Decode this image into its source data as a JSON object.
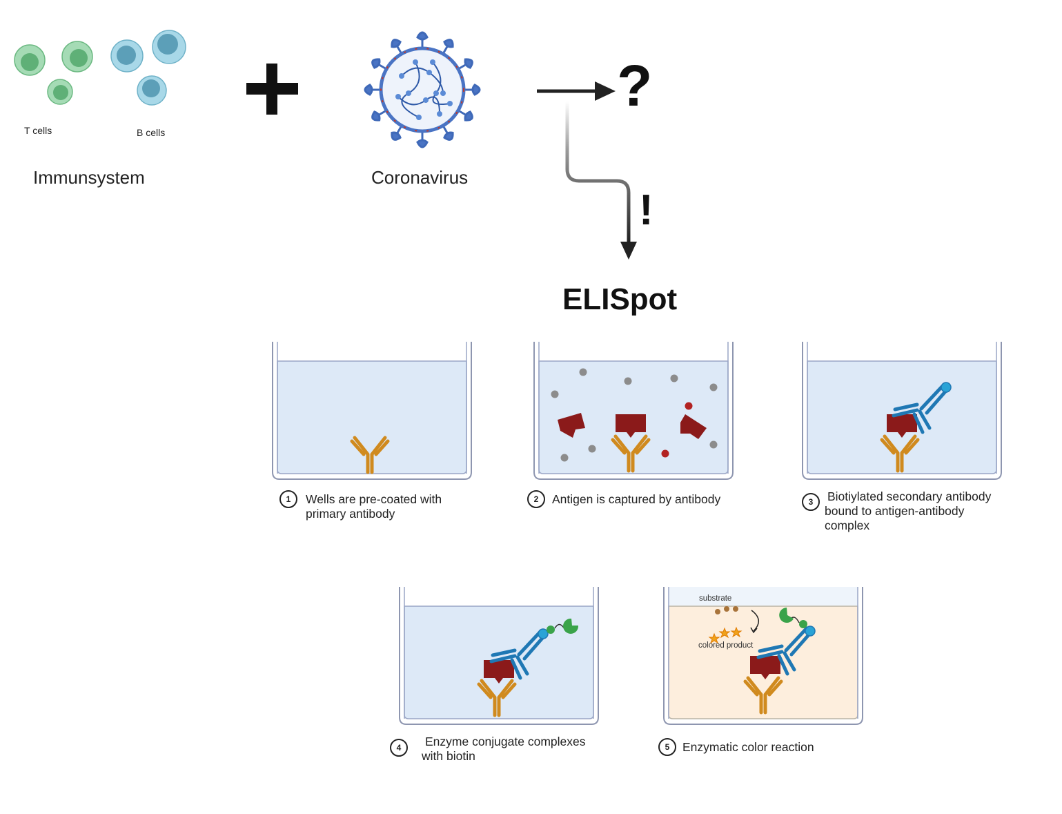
{
  "labels": {
    "t_cells": "T cells",
    "b_cells": "B cells",
    "immunsystem": "Immunsystem",
    "coronavirus": "Coronavirus",
    "question": "?",
    "exclaim": "!",
    "title": "ELISpot"
  },
  "steps": [
    {
      "number": "1",
      "line1": "Wells are pre-coated with",
      "line2": "primary antibody",
      "line3": ""
    },
    {
      "number": "2",
      "line1": "Antigen is captured by antibody",
      "line2": "",
      "line3": ""
    },
    {
      "number": "3",
      "line1": "Biotiylated secondary antibody",
      "line2": "bound to antigen-antibody",
      "line3": "complex"
    },
    {
      "number": "4",
      "line1": "Enzyme conjugate complexes",
      "line2": "with biotin",
      "line3": ""
    },
    {
      "number": "5",
      "line1": "Enzymatic color reaction",
      "line2": "",
      "line3": ""
    }
  ],
  "well5": {
    "substrate": "substrate",
    "colored_product": "colored product"
  },
  "colors": {
    "t_cell": "#8fd1a4",
    "b_cell": "#8ec9dc",
    "well_liquid": "#deebf7",
    "well_liquid_reaction": "#fdefdf",
    "primary_antibody": "#d08a1e",
    "antigen": "#8b1a1a",
    "secondary_antibody": "#1f78b4",
    "biotin": "#29a3d6",
    "enzyme": "#3aa34a",
    "virus": "#3f69b8"
  },
  "icons": [
    "plus-icon",
    "coronavirus-icon",
    "arrow-icon"
  ]
}
